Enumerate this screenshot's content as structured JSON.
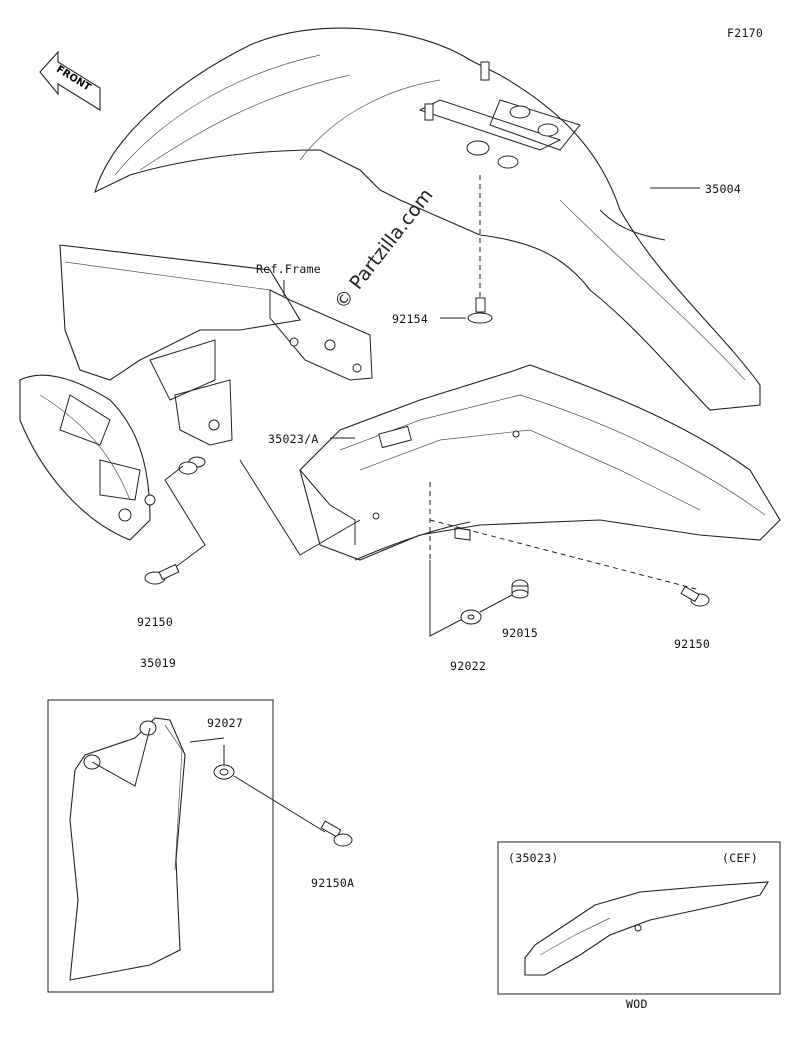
{
  "figure_id": "F2170",
  "watermark": "© Partzilla.com",
  "front_arrow_label": "FRONT",
  "ref_frame_label": "Ref.Frame",
  "parts": {
    "front_fender": "35004",
    "bolt_top": "92154",
    "rear_fender": "35023/A",
    "bolt_left": "92150",
    "collar": "92015",
    "washer": "92022",
    "bolt_right": "92150",
    "flap_group": "35019",
    "grommet": "92027",
    "flap_bolt": "92150A"
  },
  "inset": {
    "part": "(35023)",
    "region": "(CEF)",
    "caption": "WOD"
  }
}
